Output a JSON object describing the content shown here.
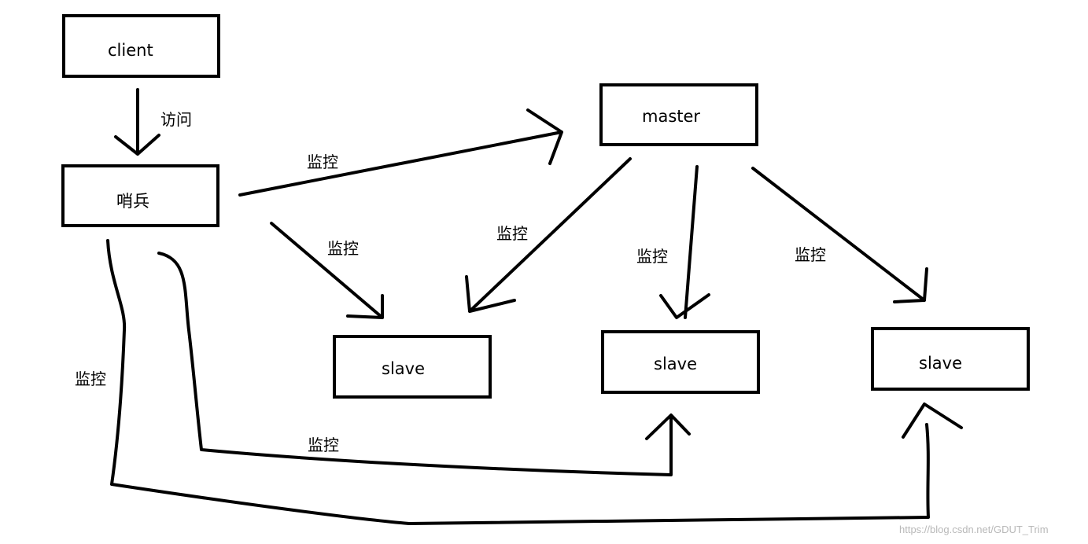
{
  "nodes": {
    "client": "client",
    "sentinel": "哨兵",
    "master": "master",
    "slave_1": "slave",
    "slave_2": "slave",
    "slave_3": "slave"
  },
  "edges": {
    "client_to_sentinel": "访问",
    "sentinel_to_master": "监控",
    "sentinel_to_slave_1": "监控",
    "master_to_slave_1": "监控",
    "master_to_slave_2": "监控",
    "master_to_slave_3": "监控",
    "sentinel_to_slave_2": "监控",
    "sentinel_to_slave_3": "监控"
  },
  "watermark": "https://blog.csdn.net/GDUT_Trim"
}
